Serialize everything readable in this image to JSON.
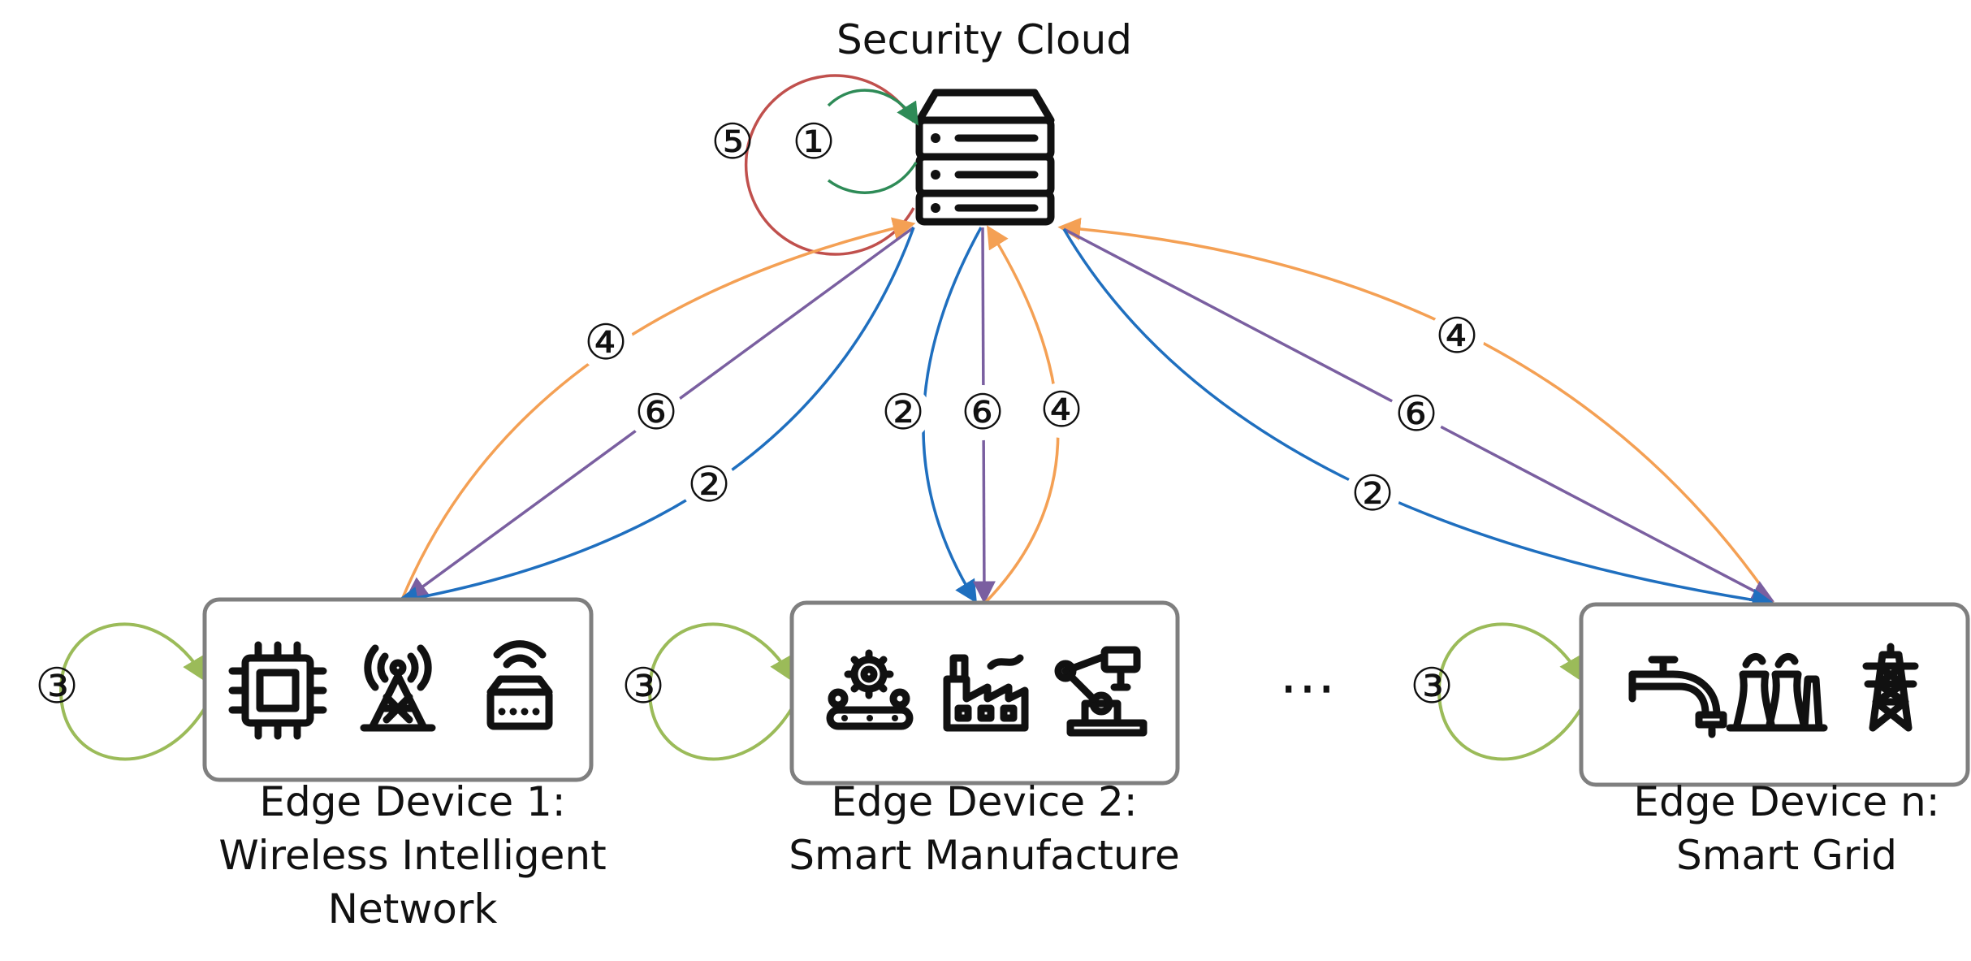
{
  "cloud": {
    "label": "Security Cloud",
    "icon": "server-stack-icon"
  },
  "devices": [
    {
      "title": "Edge Device 1:",
      "subtitle": [
        "Wireless Intelligent",
        "Network"
      ],
      "icons": [
        "chip-icon",
        "antenna-tower-icon",
        "router-icon"
      ]
    },
    {
      "title": "Edge Device 2:",
      "subtitle": [
        "Smart Manufacture"
      ],
      "icons": [
        "gear-conveyor-icon",
        "factory-icon",
        "robot-arm-icon"
      ]
    },
    {
      "title": "Edge Device n:",
      "subtitle": [
        "Smart Grid"
      ],
      "icons": [
        "water-tap-icon",
        "power-plant-icon",
        "transmission-tower-icon"
      ]
    }
  ],
  "ellipsis": "⋯",
  "steps": {
    "s1": "①",
    "s2": "②",
    "s3": "③",
    "s4": "④",
    "s5": "⑤",
    "s6": "⑥"
  },
  "colors": {
    "step1": "#2e8b57",
    "step2": "#1f6fbf",
    "step3": "#9bbb59",
    "step4": "#f4a054",
    "step5": "#c0504d",
    "step6": "#7a5fa0",
    "box_border": "#7f7f7f"
  }
}
